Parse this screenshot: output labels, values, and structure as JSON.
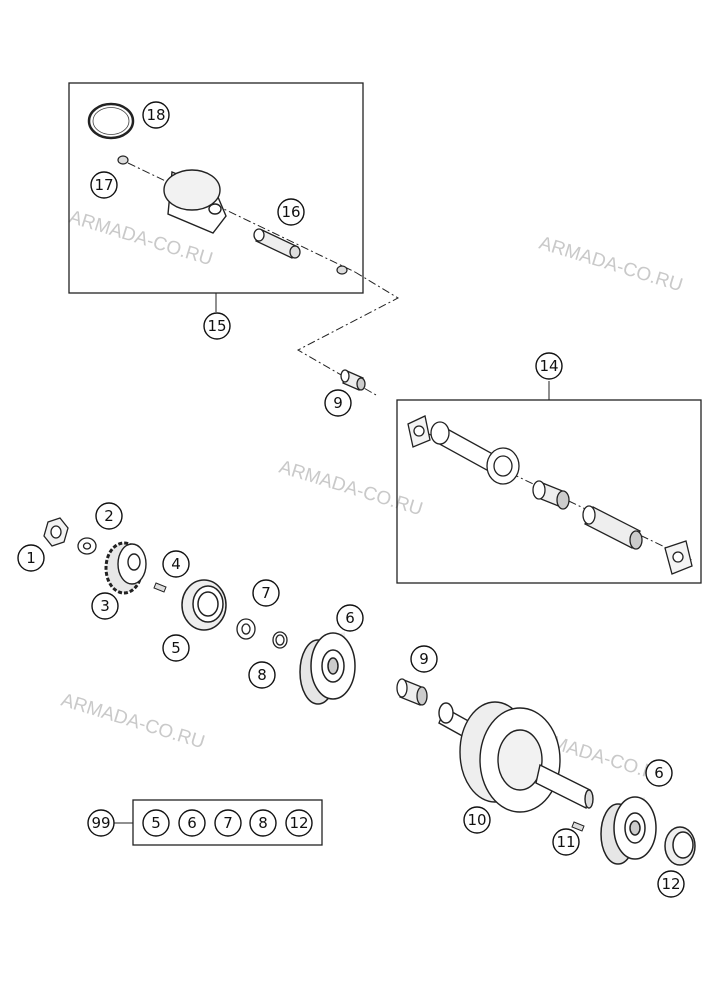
{
  "watermark": "ARMADA-CO.RU",
  "labels": {
    "p1": "1",
    "p2": "2",
    "p3": "3",
    "p4": "4",
    "p5": "5",
    "p6a": "6",
    "p6b": "6",
    "p7": "7",
    "p8": "8",
    "p9a": "9",
    "p9b": "9",
    "p10": "10",
    "p11": "11",
    "p12": "12",
    "p14": "14",
    "p15": "15",
    "p16": "16",
    "p17": "17",
    "p18": "18",
    "p99": "99"
  },
  "kit": [
    "5",
    "6",
    "7",
    "8",
    "12"
  ]
}
